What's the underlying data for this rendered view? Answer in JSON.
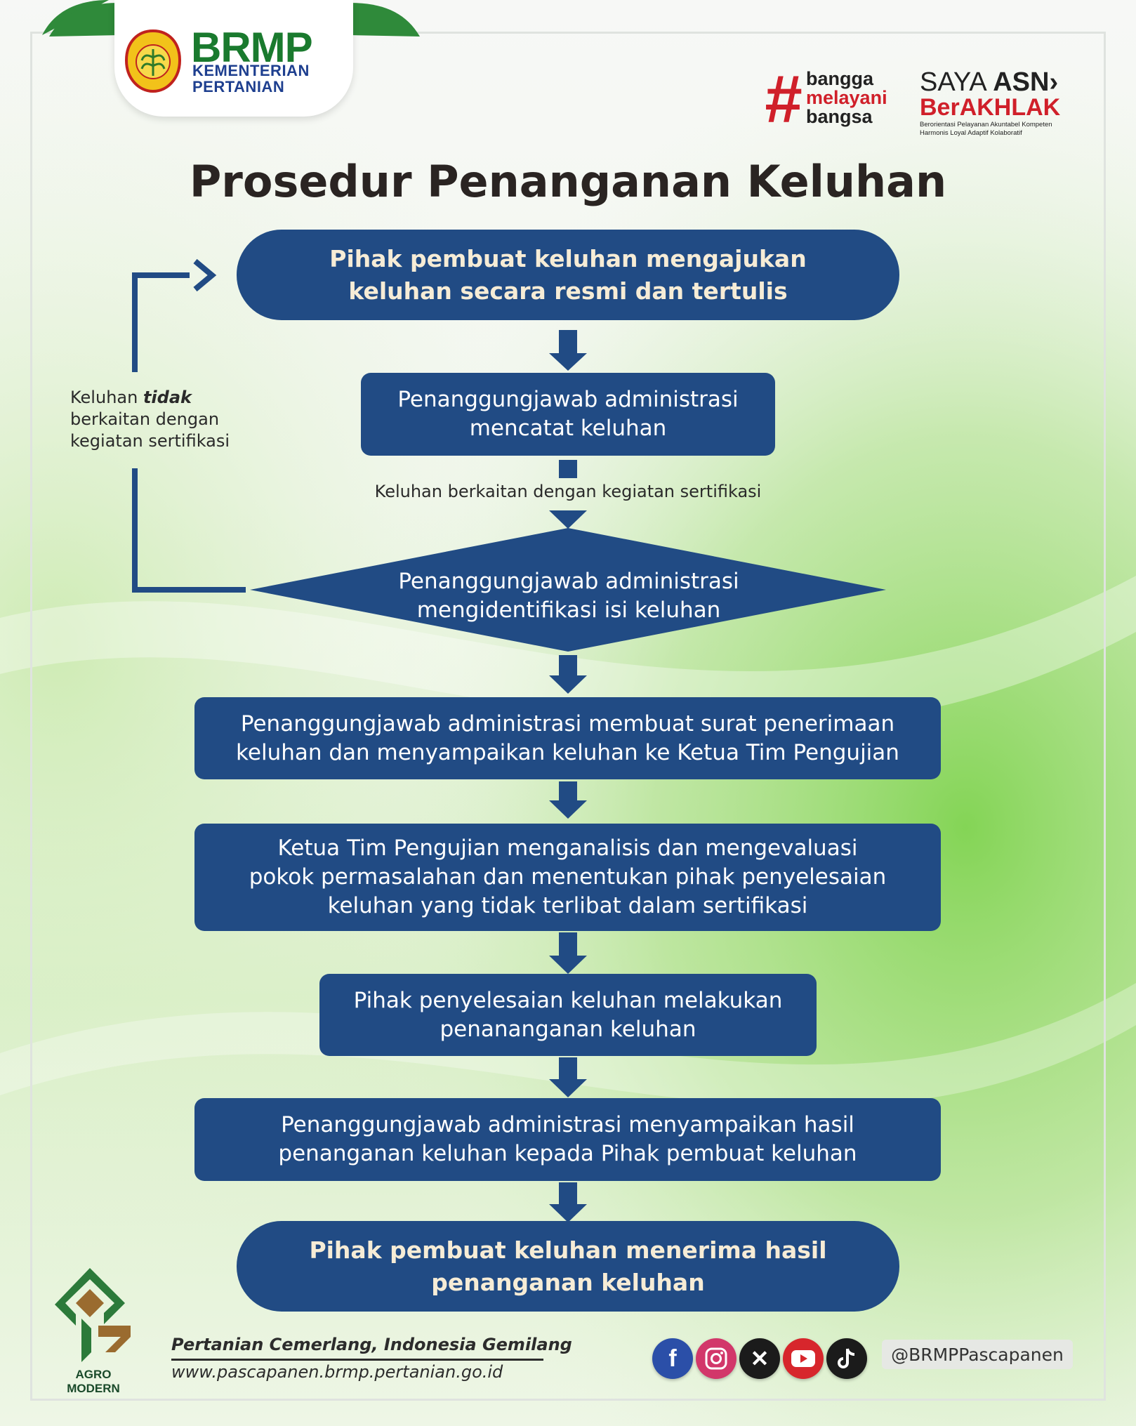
{
  "header": {
    "brand": "BRMP",
    "ministry_line1": "KEMENTERIAN",
    "ministry_line2": "PERTANIAN",
    "tagline_hash": "#",
    "tagline_words": [
      "bangga",
      "melayani",
      "bangsa"
    ],
    "saya": "SAYA",
    "asn": "ASN",
    "berakhlak": "BerAKHLAK",
    "berakhlak_sub1": "Berorientasi Pelayanan Akuntabel Kompeten",
    "berakhlak_sub2": "Harmonis Loyal Adaptif Kolaboratif"
  },
  "title": "Prosedur Penanganan Keluhan",
  "flow": {
    "step1": "Pihak pembuat keluhan mengajukan\nkeluhan secara resmi dan tertulis",
    "step2": "Penanggungjawab administrasi\nmencatat keluhan",
    "yes_label": "Keluhan berkaitan dengan kegiatan sertifikasi",
    "decision": "Penanggungjawab administrasi\nmengidentifikasi isi keluhan",
    "no_label_pre": "Keluhan ",
    "no_label_em": "tidak",
    "no_label_post": "\nberkaitan dengan\nkegiatan sertifikasi",
    "step3": "Penanggungjawab administrasi membuat surat penerimaan\nkeluhan dan menyampaikan keluhan ke Ketua Tim Pengujian",
    "step4": "Ketua Tim Pengujian menganalisis dan mengevaluasi\npokok permasalahan dan menentukan pihak penyelesaian\nkeluhan yang tidak terlibat dalam sertifikasi",
    "step5": "Pihak penyelesaian keluhan melakukan\npenananganan keluhan",
    "step6": "Penanggungjawab administrasi menyampaikan hasil\npenanganan keluhan kepada Pihak pembuat keluhan",
    "step7": "Pihak pembuat keluhan menerima hasil\npenanganan keluhan"
  },
  "footer": {
    "agro_label": "AGRO MODERN",
    "slogan": "Pertanian Cemerlang, Indonesia Gemilang",
    "website": "www.pascapanen.brmp.pertanian.go.id",
    "handle": "@BRMPPascapanen",
    "social_icons": [
      "facebook-icon",
      "instagram-icon",
      "x-icon",
      "youtube-icon",
      "tiktok-icon"
    ]
  },
  "colors": {
    "box": "#214b84",
    "pill_text": "#f6ecd6",
    "brand_green": "#1a7a2e",
    "brand_blue": "#1e3f8f",
    "accent_red": "#d0202a"
  }
}
